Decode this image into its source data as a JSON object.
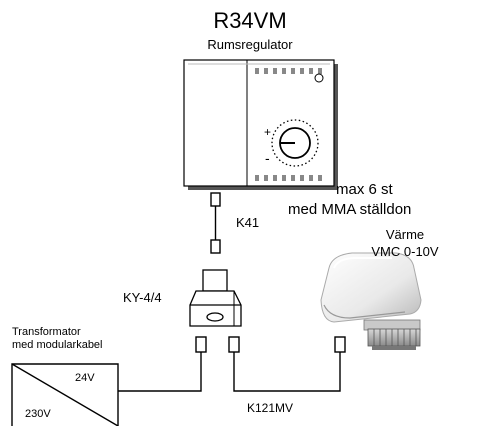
{
  "title": "R34VM",
  "subtitle": "Rumsregulator",
  "dial": {
    "plus": "+",
    "minus": "-"
  },
  "labels": {
    "max_line1": "max 6 st",
    "max_line2": "med MMA ställdon",
    "k41": "K41",
    "varme": "Värme",
    "vmc": "VMC 0-10V",
    "ky": "KY-4/4",
    "transformer_line1": "Transformator",
    "transformer_line2": "med modularkabel",
    "v24": "24V",
    "v230": "230V",
    "k121": "K121MV"
  }
}
